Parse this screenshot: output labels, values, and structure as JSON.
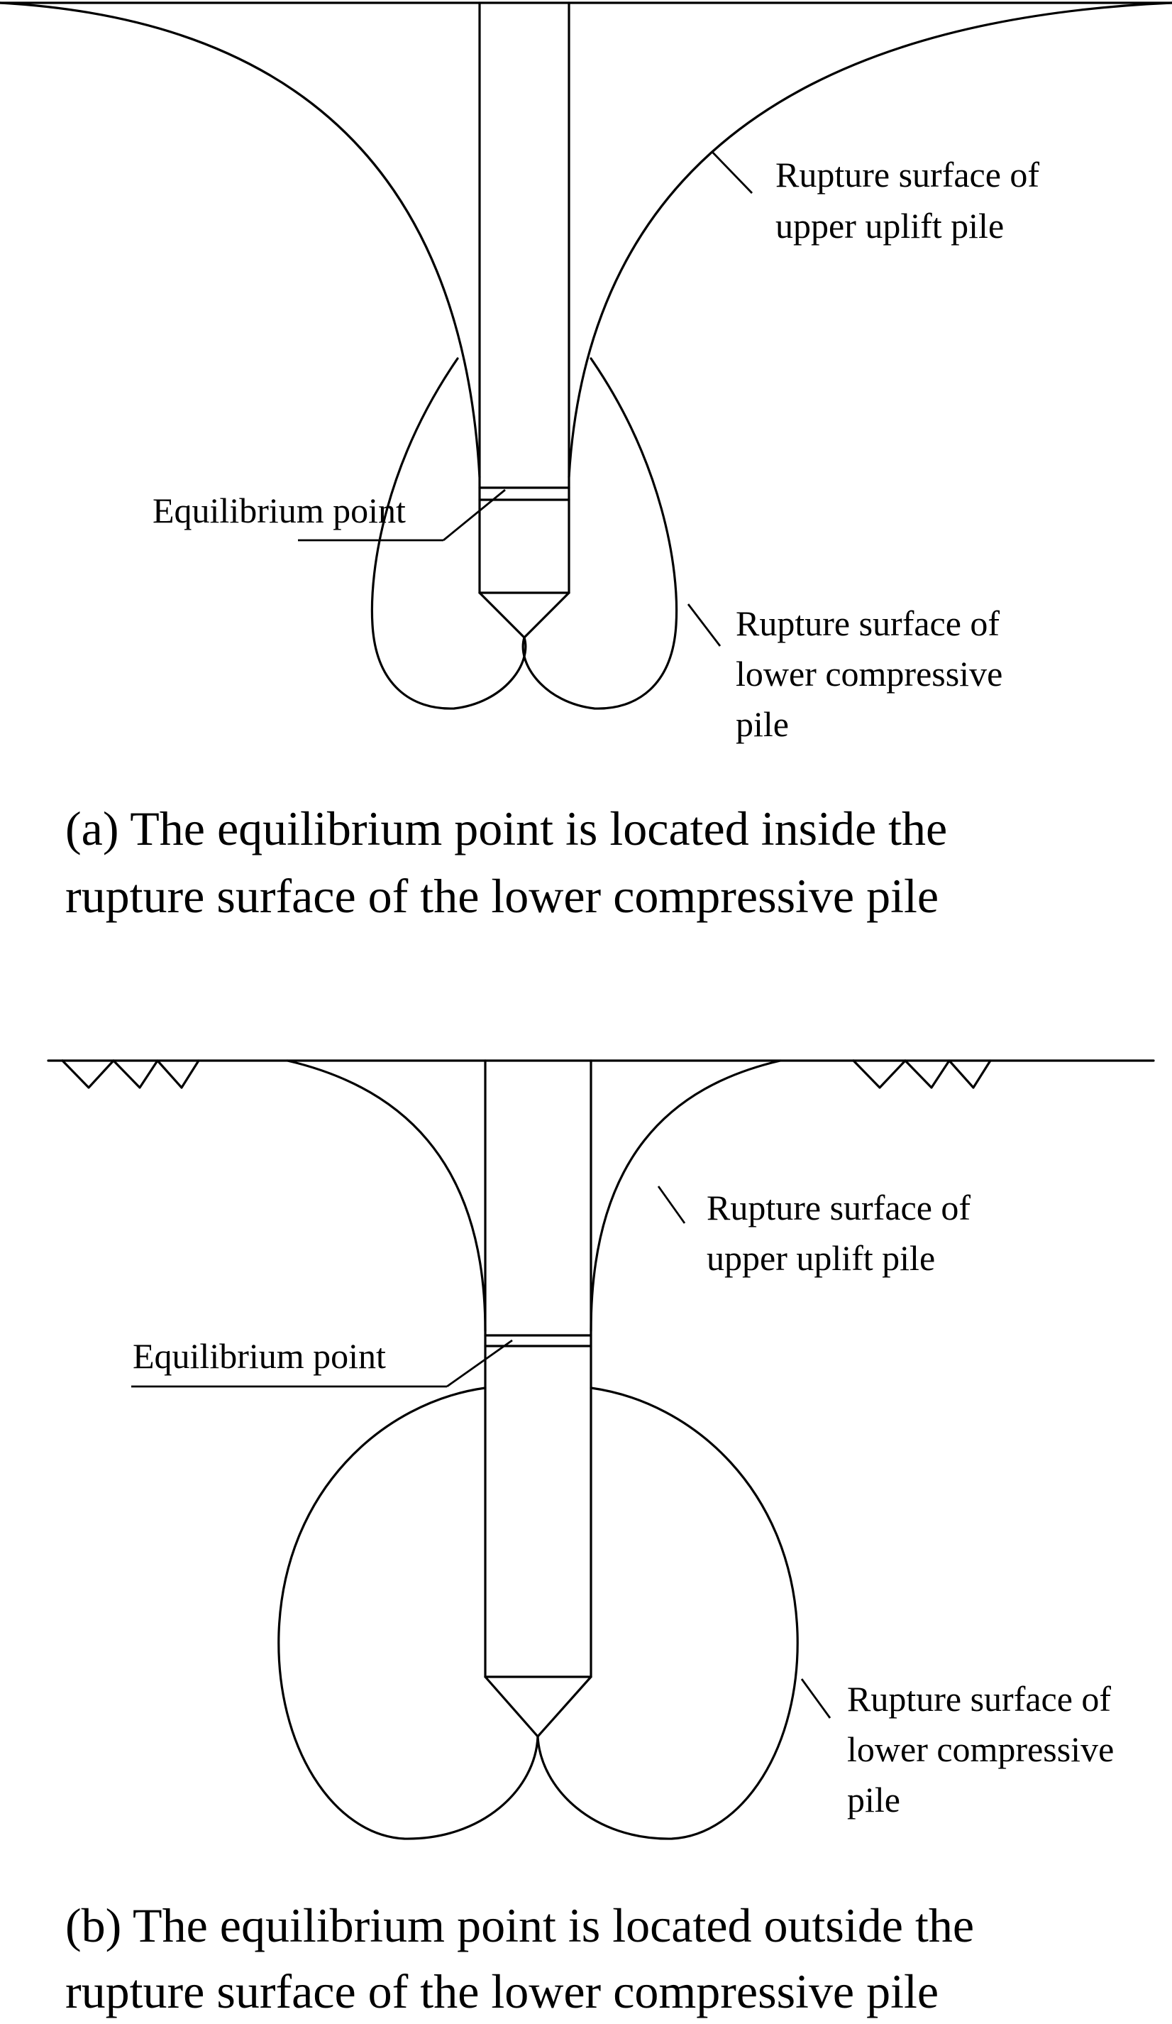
{
  "panel_a": {
    "upper_label_line1": "Rupture surface of",
    "upper_label_line2": "upper uplift pile",
    "equilibrium_label": "Equilibrium point",
    "lower_label_line1": "Rupture surface of",
    "lower_label_line2": "lower compressive",
    "lower_label_line3": "pile",
    "caption_line1": "(a) The equilibrium point is located inside the",
    "caption_line2": "rupture surface of the lower compressive pile"
  },
  "panel_b": {
    "upper_label_line1": "Rupture surface of",
    "upper_label_line2": "upper uplift pile",
    "equilibrium_label": "Equilibrium point",
    "lower_label_line1": "Rupture surface of",
    "lower_label_line2": "lower compressive",
    "lower_label_line3": "pile",
    "caption_line1": "(b) The equilibrium point is located outside the",
    "caption_line2": "rupture surface of the lower compressive pile"
  }
}
